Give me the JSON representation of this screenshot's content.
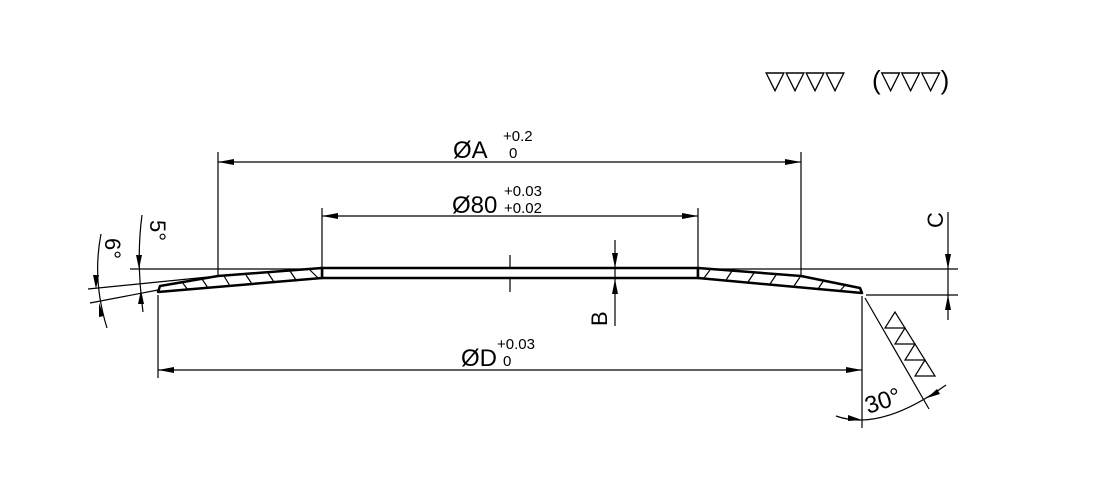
{
  "drawing": {
    "surface_finish": {
      "main": "▽▽▽▽",
      "other": "(▽▽▽)"
    },
    "dim_A": {
      "label": "ØA",
      "upper_tol": "+0.2",
      "lower_tol": "0"
    },
    "dim_80": {
      "label": "Ø80",
      "upper_tol": "+0.03",
      "lower_tol": "+0.02"
    },
    "dim_D": {
      "label": "ØD",
      "upper_tol": "+0.03",
      "lower_tol": "0"
    },
    "dim_B": {
      "label": "B"
    },
    "dim_C": {
      "label": "C"
    },
    "angle_5": {
      "label": "5°"
    },
    "angle_6": {
      "label": "6°"
    },
    "angle_30": {
      "label": "30°"
    }
  }
}
